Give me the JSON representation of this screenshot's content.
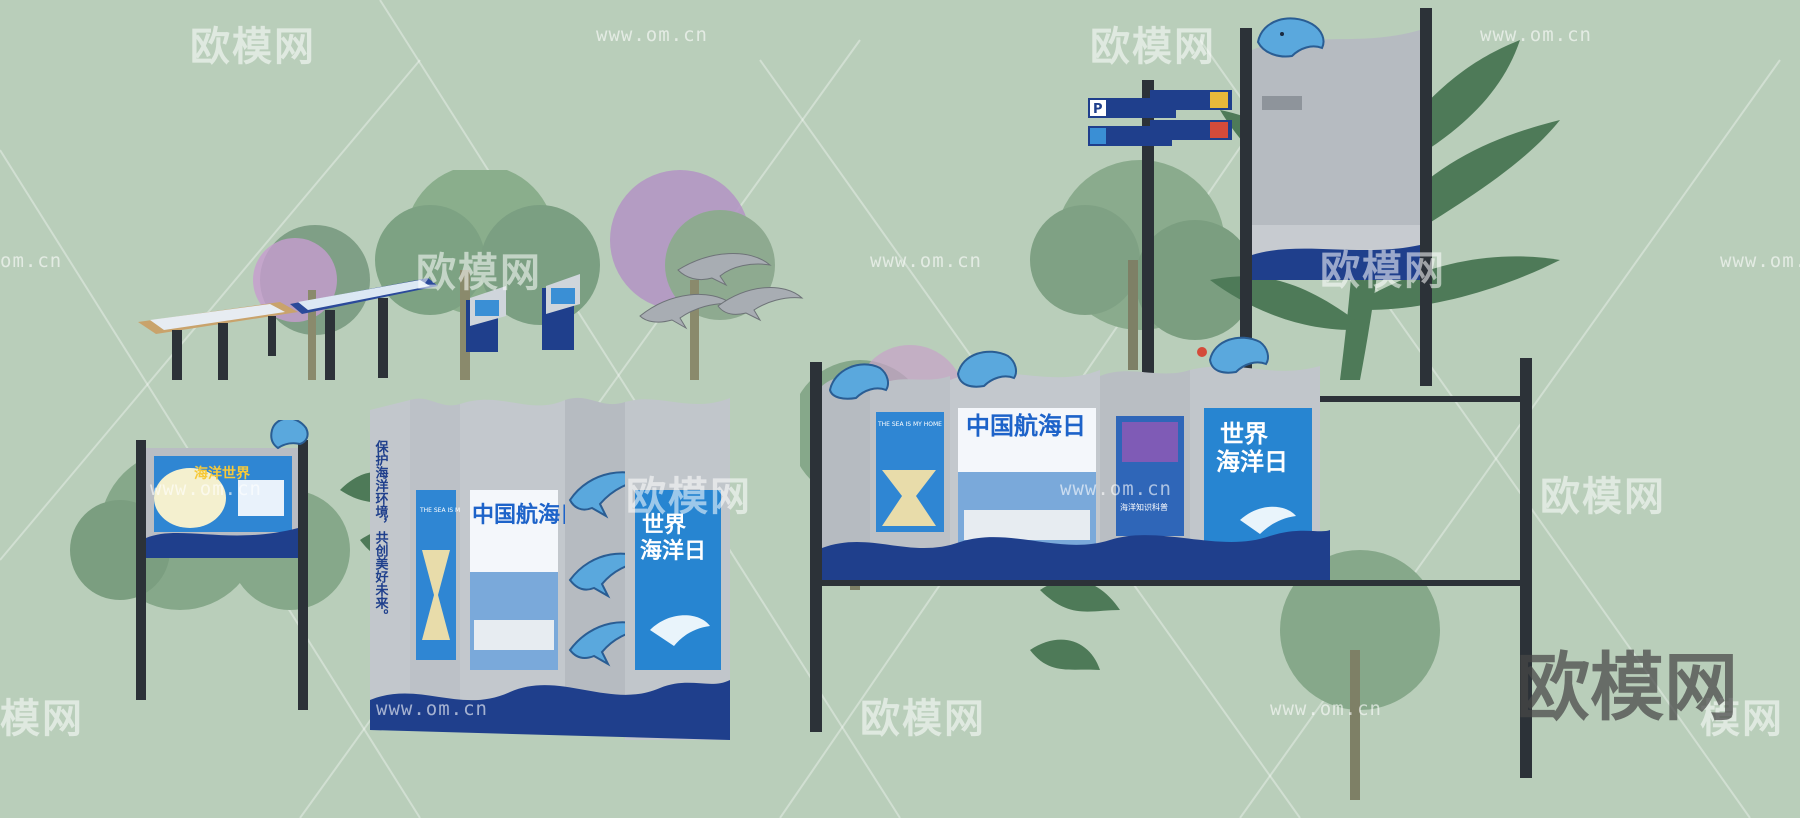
{
  "watermarks": {
    "logo_text": "欧模网",
    "url_text": "www.om.cn",
    "url_short": "om.cn",
    "logo_partial": "模网"
  },
  "posters": {
    "china_day": "中国航海日",
    "world_day_line1": "世界",
    "world_day_line2": "海洋日",
    "sea_home": "THE SEA IS MY HOME",
    "ocean_board": "海洋世界",
    "ocean_science": "海洋知识科普",
    "slogan": "保护海洋环境，共创美好未来。"
  },
  "colors": {
    "background": "#b9ceba",
    "frame": "#2c3238",
    "metal": "#b9bdc3",
    "navy": "#1f3f8c",
    "poster_blue": "#2b8ad6"
  },
  "icons": [
    "dolphin-icon",
    "parking-icon",
    "restroom-icon"
  ]
}
